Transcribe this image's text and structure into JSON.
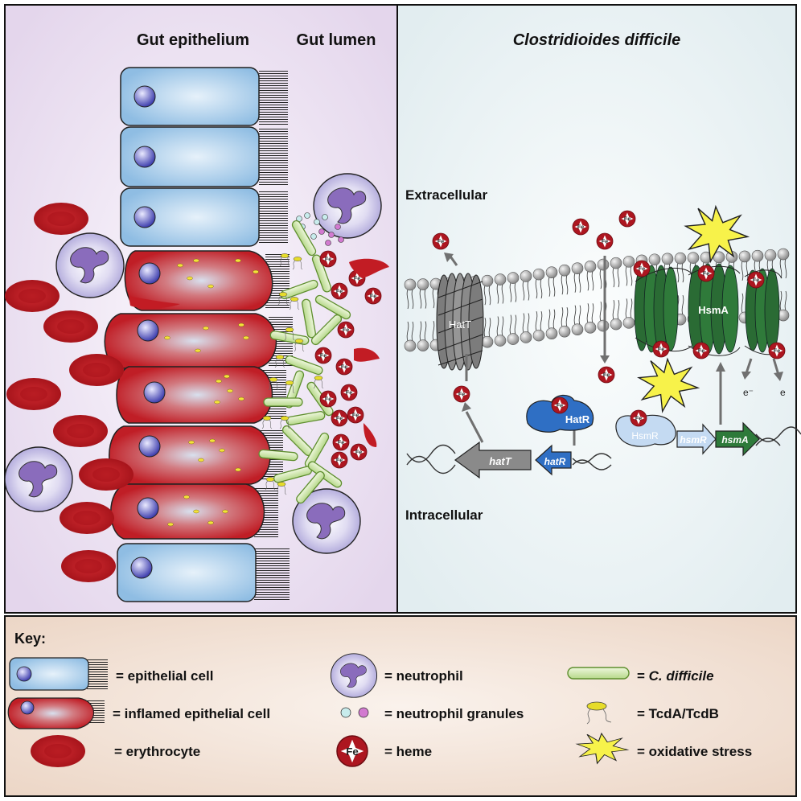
{
  "left_panel": {
    "header_epithelium": "Gut epithelium",
    "header_lumen": "Gut lumen"
  },
  "right_panel": {
    "title": "Clostridioides difficile",
    "extracellular_label": "Extracellular",
    "intracellular_label": "Intracellular",
    "protein_hatT": "HatT",
    "protein_hsmA": "HsmA",
    "protein_hatR": "HatR",
    "protein_hsmR": "HsmR",
    "gene_hatT": "hatT",
    "gene_hatR": "hatR",
    "gene_hsmR": "hsmR",
    "gene_hsmA": "hsmA",
    "electron_1": "e⁻",
    "electron_2": "e"
  },
  "heme_symbol": "Fe",
  "key": {
    "title": "Key:",
    "items": [
      {
        "id": "epithelial_cell",
        "label": "= epithelial cell"
      },
      {
        "id": "inflamed_epithelial_cell",
        "label": "= inflamed epithelial cell"
      },
      {
        "id": "erythrocyte",
        "label": "= erythrocyte"
      },
      {
        "id": "neutrophil",
        "label": "= neutrophil"
      },
      {
        "id": "neutrophil_granules",
        "label": "= neutrophil granules"
      },
      {
        "id": "heme",
        "label": "= heme"
      },
      {
        "id": "c_difficile_prefix",
        "label": "= "
      },
      {
        "id": "c_difficile_name",
        "label": "C. difficile"
      },
      {
        "id": "toxin",
        "label": "= TcdA/TcdB"
      },
      {
        "id": "oxidative_stress",
        "label": "= oxidative stress"
      }
    ]
  },
  "colors": {
    "left_bg": "#eadcf0",
    "right_bg": "#e6f0f2",
    "key_bg": "#f0dccd",
    "epithelial": "#a8cce8",
    "inflamed": "#c8202a",
    "erythrocyte": "#b0141c",
    "nucleus": "#5a5cc0",
    "neutrophil_body": "#c4bee6",
    "neutrophil_nucleus": "#8266b4",
    "cdiff_fill": "#cfe6a8",
    "cdiff_stroke": "#5e8e2e",
    "hatT": "#888888",
    "hsmA": "#2e7a3a",
    "hatR": "#2f6fc4",
    "hsmR": "#a8c4e6",
    "heme": "#b01820",
    "toxin": "#e8dc30",
    "stress": "#f6f050",
    "lipid_head": "#b8b8b8"
  }
}
